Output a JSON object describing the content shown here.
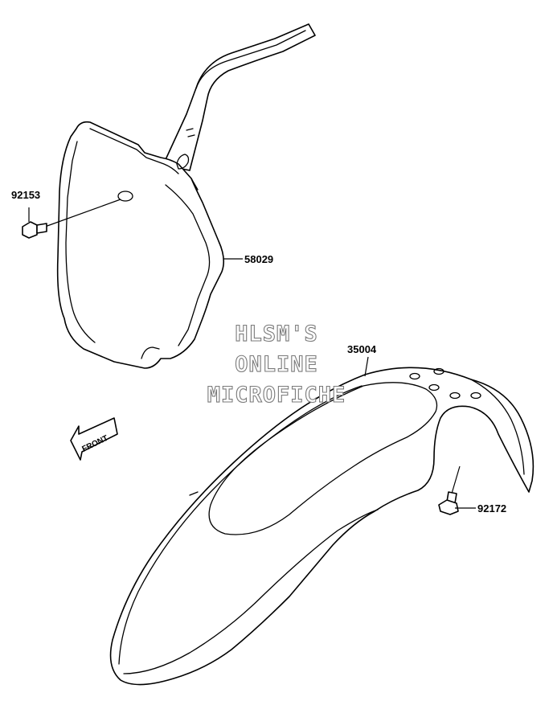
{
  "diagram": {
    "parts": [
      {
        "number": "92153"
      },
      {
        "number": "58029"
      },
      {
        "number": "35004"
      },
      {
        "number": "92172"
      }
    ],
    "direction_arrow": {
      "label": "FRONT"
    },
    "watermark": {
      "line1": "HLSM'S",
      "line2": "ONLINE",
      "line3": "MICROFICHE"
    }
  }
}
